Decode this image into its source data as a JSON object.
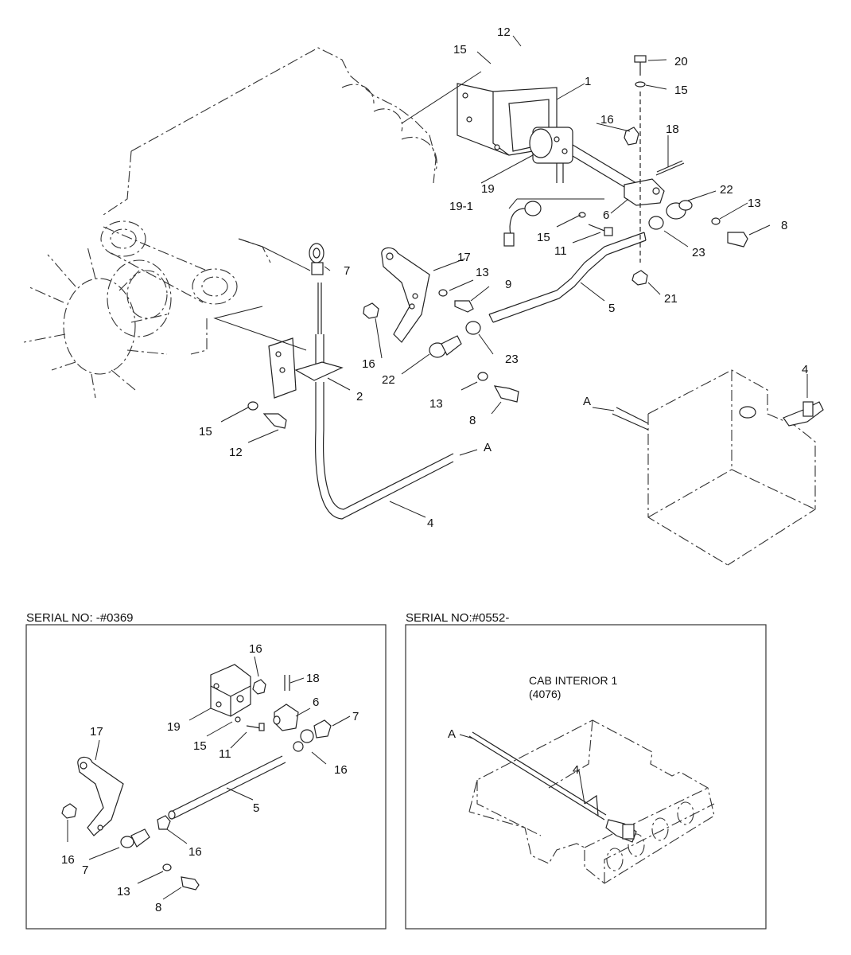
{
  "panels": {
    "left": {
      "title": "SERIAL NO: -#0369"
    },
    "right": {
      "title": "SERIAL NO:#0552-",
      "caption_line1": "CAB INTERIOR 1",
      "caption_line2": "(4076)"
    }
  },
  "callouts": {
    "main": [
      "12",
      "15",
      "1",
      "20",
      "15",
      "16",
      "18",
      "19",
      "19-1",
      "22",
      "13",
      "6",
      "15",
      "11",
      "8",
      "23",
      "7",
      "17",
      "13",
      "9",
      "5",
      "21",
      "16",
      "23",
      "22",
      "2",
      "13",
      "8",
      "15",
      "12",
      "A",
      "4",
      "4",
      "A"
    ],
    "left_panel": [
      "16",
      "18",
      "6",
      "7",
      "19",
      "15",
      "11",
      "16",
      "17",
      "5",
      "16",
      "7",
      "13",
      "8",
      "16"
    ],
    "right_panel": [
      "A",
      "4"
    ]
  }
}
